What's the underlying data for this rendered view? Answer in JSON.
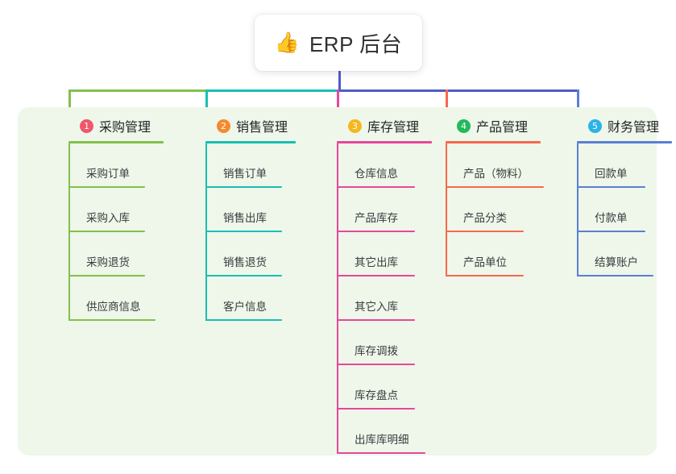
{
  "root": {
    "icon": "thumbs-up-icon",
    "icon_glyph": "👍",
    "title": "ERP 后台"
  },
  "theme": {
    "panel_bg": "#eef7e9",
    "page_bg": "#ffffff",
    "trunk_color": "#4e5cc4",
    "title_text_color": "#2f3033"
  },
  "columns": [
    {
      "number": "1",
      "label": "采购管理",
      "badge_color": "#f2566c",
      "line_color": "#82c14b",
      "connector_color": "#82c14b",
      "rule_width": 118,
      "items": [
        {
          "label": "采购订单",
          "rule_width": 95
        },
        {
          "label": "采购入库",
          "rule_width": 95
        },
        {
          "label": "采购退货",
          "rule_width": 95
        },
        {
          "label": "供应商信息",
          "rule_width": 108
        }
      ]
    },
    {
      "number": "2",
      "label": "销售管理",
      "badge_color": "#f5892f",
      "line_color": "#19bfb2",
      "connector_color": "#19bfb2",
      "rule_width": 112,
      "items": [
        {
          "label": "销售订单",
          "rule_width": 95
        },
        {
          "label": "销售出库",
          "rule_width": 95
        },
        {
          "label": "销售退货",
          "rule_width": 95
        },
        {
          "label": "客户信息",
          "rule_width": 95
        }
      ]
    },
    {
      "number": "3",
      "label": "库存管理",
      "badge_color": "#f6b71e",
      "line_color": "#e8479b",
      "connector_color": "#e8479b",
      "rule_width": 118,
      "items": [
        {
          "label": "仓库信息",
          "rule_width": 97
        },
        {
          "label": "产品库存",
          "rule_width": 97
        },
        {
          "label": "其它出库",
          "rule_width": 97
        },
        {
          "label": "其它入库",
          "rule_width": 97
        },
        {
          "label": "库存调拨",
          "rule_width": 97
        },
        {
          "label": "库存盘点",
          "rule_width": 97
        },
        {
          "label": "出库库明细",
          "rule_width": 110
        }
      ]
    },
    {
      "number": "4",
      "label": "产品管理",
      "badge_color": "#22b95b",
      "line_color": "#f9674f",
      "connector_color": "#f9674f",
      "rule_width": 118,
      "items": [
        {
          "label": "产品（物料）",
          "rule_width": 122
        },
        {
          "label": "产品分类",
          "rule_width": 97
        },
        {
          "label": "产品单位",
          "rule_width": 97
        }
      ]
    },
    {
      "number": "5",
      "label": "财务管理",
      "badge_color": "#2bb3e8",
      "line_color": "#5a7fd4",
      "connector_color": "#5a7fd4",
      "rule_width": 118,
      "items": [
        {
          "label": "回款单",
          "rule_width": 85
        },
        {
          "label": "付款单",
          "rule_width": 85
        },
        {
          "label": "结算账户",
          "rule_width": 95
        }
      ]
    }
  ]
}
